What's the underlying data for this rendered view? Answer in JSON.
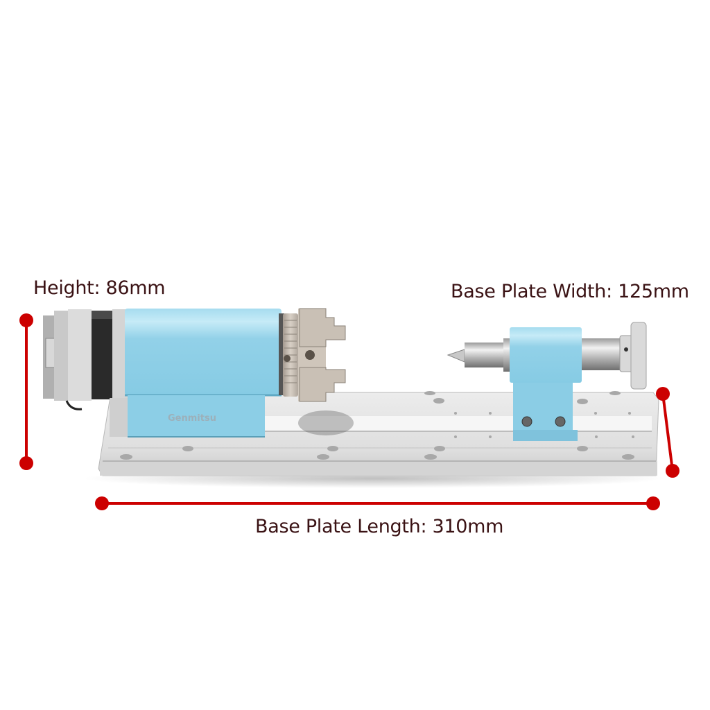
{
  "annotations": {
    "height": "Height: 86mm",
    "width": "Base Plate Width: 125mm",
    "length": "Base Plate Length: 310mm"
  },
  "product": {
    "brand_mark": "Genmitsu",
    "components": [
      "stepper-motor",
      "headstock",
      "chuck",
      "base-plate",
      "tailstock",
      "live-center",
      "handwheel"
    ]
  },
  "colors": {
    "dimension_line": "#cc0000",
    "label_text": "#3a1214",
    "anodized_blue": "#8fd0e8",
    "aluminum": "#dcdcdc"
  }
}
